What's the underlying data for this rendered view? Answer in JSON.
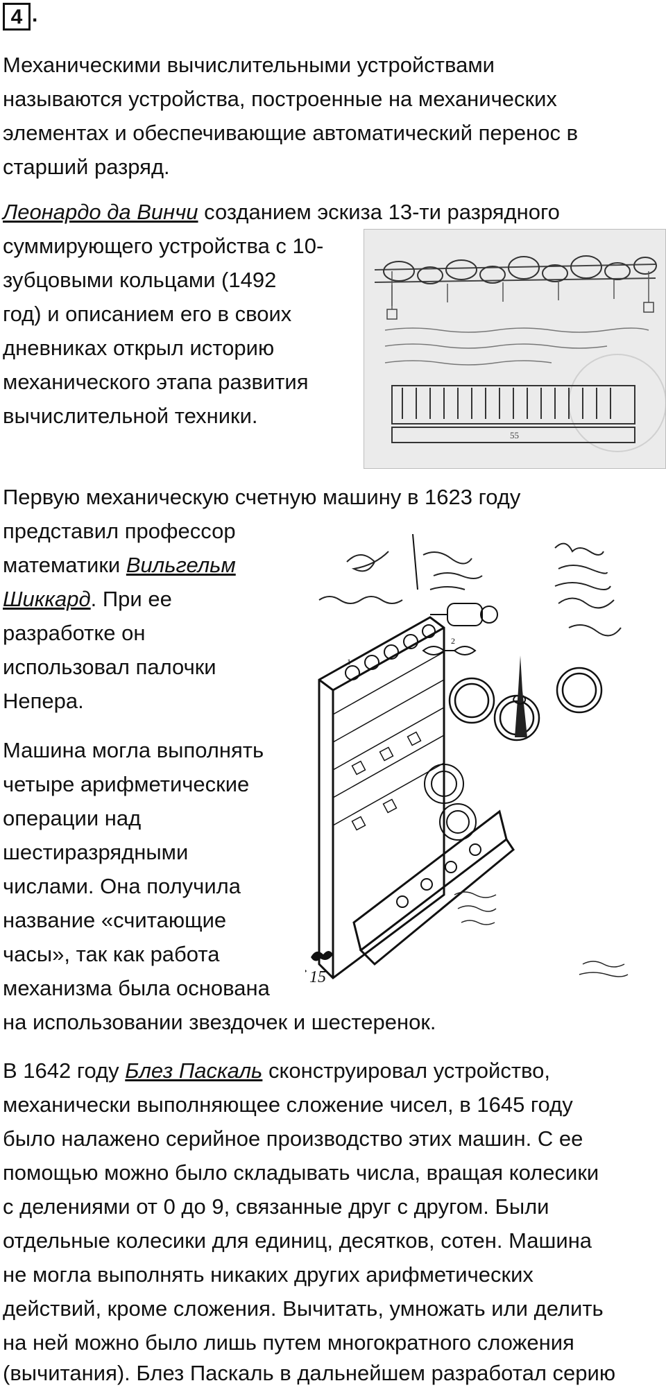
{
  "header": {
    "number": "4",
    "dot": "."
  },
  "p1": [
    "Механическими вычислительными устройствами",
    "называются устройства, построенные на механических",
    "элементах и обеспечивающие автоматический перенос в",
    "старший разряд."
  ],
  "p2": {
    "link": "Леонардо да Винчи",
    "first_rest": " созданием эскиза 13-ти разрядного",
    "lines": [
      "суммирующего устройства с 10-",
      "зубцовыми кольцами (1492",
      "год) и описанием его в своих",
      "дневниках открыл историю",
      "механического этапа развития",
      "вычислительной техники."
    ]
  },
  "p3": {
    "line1": "Первую механическую счетную машину в 1623 году",
    "line2": "представил профессор",
    "line3_pre": "математики ",
    "link1": "Вильгельм",
    "link2": "Шиккард",
    "line4_rest": ". При ее",
    "lines": [
      "разработке он",
      "использовал палочки",
      "Непера."
    ]
  },
  "p4": [
    "Машина могла выполнять",
    "четыре арифметические",
    "операции над",
    "шестиразрядными",
    "числами. Она получила",
    "название «считающие",
    "часы», так как работа",
    "механизма была основана",
    "на использовании звездочек и шестеренок."
  ],
  "p5": {
    "line1_pre": "В 1642 году ",
    "link": "Блез Паскаль",
    "line1_rest": " сконструировал устройство,",
    "lines": [
      "механически выполняющее сложение чисел, в 1645 году",
      "было налажено серийное производство этих машин. С ее",
      "помощью можно было складывать числа, вращая колесики",
      "с делениями от 0 до 9, связанные друг с другом. Были",
      "отдельные колесики для единиц, десятков, сотен. Машина",
      "не могла выполнять никаких других арифметических",
      "действий, кроме сложения. Вычитать, умножать или делить",
      "на ней можно было лишь путем многократного сложения",
      "(вычитания). Блез Паскаль в дальнейшем разработал серию"
    ]
  },
  "figures": {
    "leonardo_sketch": {
      "scale_label": "55"
    },
    "schickard_sketch": {
      "page_label": "15",
      "ticks": [
        "1",
        "2"
      ]
    }
  }
}
